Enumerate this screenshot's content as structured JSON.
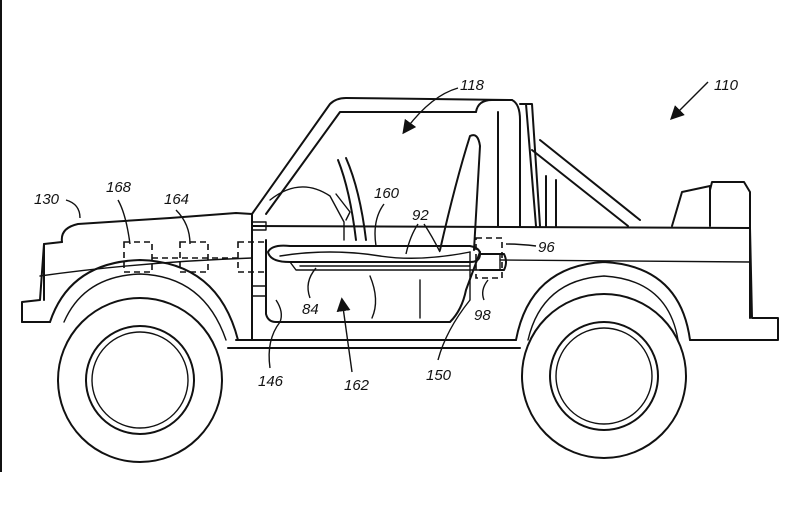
{
  "figure": {
    "reference_numerals": {
      "vehicle": "110",
      "cabin": "118",
      "hood": "130",
      "module_168": "168",
      "module_164": "164",
      "seat_160": "160",
      "airbag_92": "92",
      "part_96": "96",
      "part_98": "98",
      "part_84": "84",
      "part_146": "146",
      "door_opening": "162",
      "part_150": "150"
    }
  }
}
